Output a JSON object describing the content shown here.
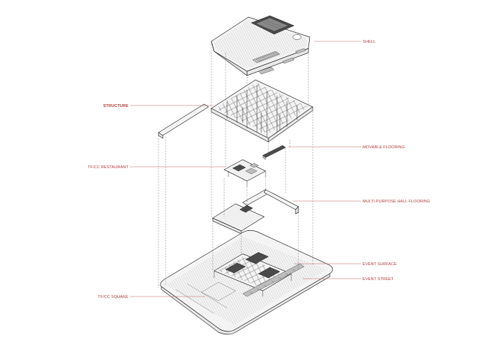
{
  "colors": {
    "label_text": "#b23a3a",
    "leader_line": "#c0605a",
    "drawing_line": "#222222",
    "background": "#ffffff"
  },
  "labels": {
    "shell": "SHELL",
    "structure": "STRUCTURE",
    "movable_flooring": "MOVABLE FLOORING",
    "restaurant": "TF/CC RESTAURANT",
    "hall_flooring": "MULTI-PURPOSE HALL FLOORING",
    "event_surface": "EVENT SURFACE",
    "event_street": "EVENT STREET",
    "square": "TF/CC SQUARE"
  }
}
